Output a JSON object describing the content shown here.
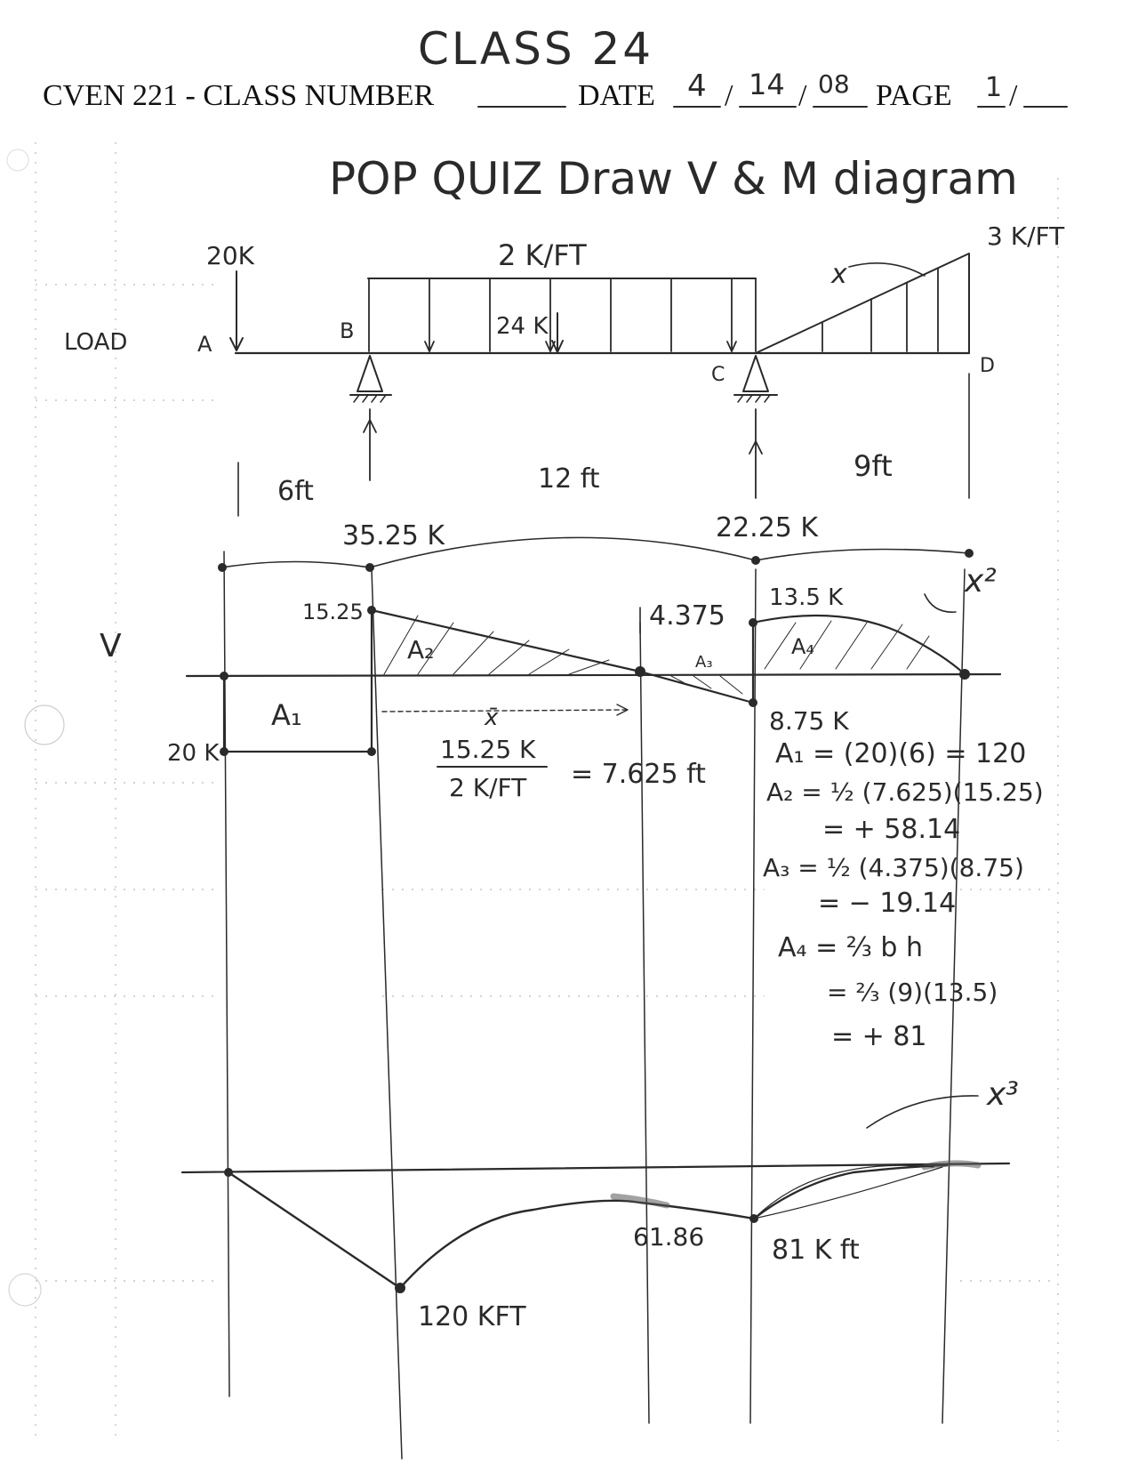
{
  "page": {
    "class_title": "CLASS 24",
    "header_label": "CVEN 221 - CLASS NUMBER",
    "date_label": "DATE",
    "date_month": "4",
    "date_day": "14",
    "date_year": "08",
    "page_label": "PAGE",
    "page_number": "1",
    "title": "POP QUIZ  Draw V & M diagram"
  },
  "beam": {
    "row_label": "LOAD",
    "point_a": "A",
    "point_b": "B",
    "point_c": "C",
    "point_d": "D",
    "point_load": "20K",
    "udl": "2 K/FT",
    "udl_resultant": "24 K",
    "triangular_load": "3 K/FT",
    "curve_note": "x",
    "span_ab": "6ft",
    "span_bc": "12 ft",
    "span_cd": "9ft",
    "reaction_b": "35.25 K",
    "reaction_c": "22.25 K",
    "curve_order_v": "x²",
    "curve_order_m": "x³"
  },
  "shear": {
    "label": "V",
    "v_a": "20 K",
    "v_b": "15.25",
    "v_c_minus": "8.75 K",
    "v_c_plus": "13.5 K",
    "length_zero": "4.375",
    "area_1": "A₁",
    "area_2": "A₂",
    "area_3": "A₃",
    "area_4": "A₄",
    "xbar_label": "x̄",
    "xbar_numerator": "15.25 K",
    "xbar_denominator": "2 K/FT",
    "xbar_result": "= 7.625 ft"
  },
  "calculations": [
    "A₁ = (20)(6) = 120",
    "A₂ = ½ (7.625)(15.25)",
    "= + 58.14",
    "A₃ = ½ (4.375)(8.75)",
    "= − 19.14",
    "A₄ = ⅔ b h",
    "= ⅔ (9)(13.5)",
    "= + 81"
  ],
  "moment": {
    "m_b": "120 KFT",
    "m_max": "61.86",
    "m_c": "81 K ft"
  },
  "chart_data": {
    "type": "line",
    "title": "",
    "xlabel": "",
    "ylabel": "V",
    "series": [
      {
        "name": "V",
        "x": [
          0,
          0,
          6,
          6,
          13.625,
          18,
          18,
          27
        ],
        "y": [
          0,
          -20,
          -20,
          15.25,
          0,
          -8.75,
          13.5,
          0
        ]
      },
      {
        "name": "M",
        "x": [
          0,
          6,
          13.625,
          18,
          27
        ],
        "y": [
          0,
          -120,
          -61.86,
          -81,
          0
        ]
      }
    ]
  }
}
